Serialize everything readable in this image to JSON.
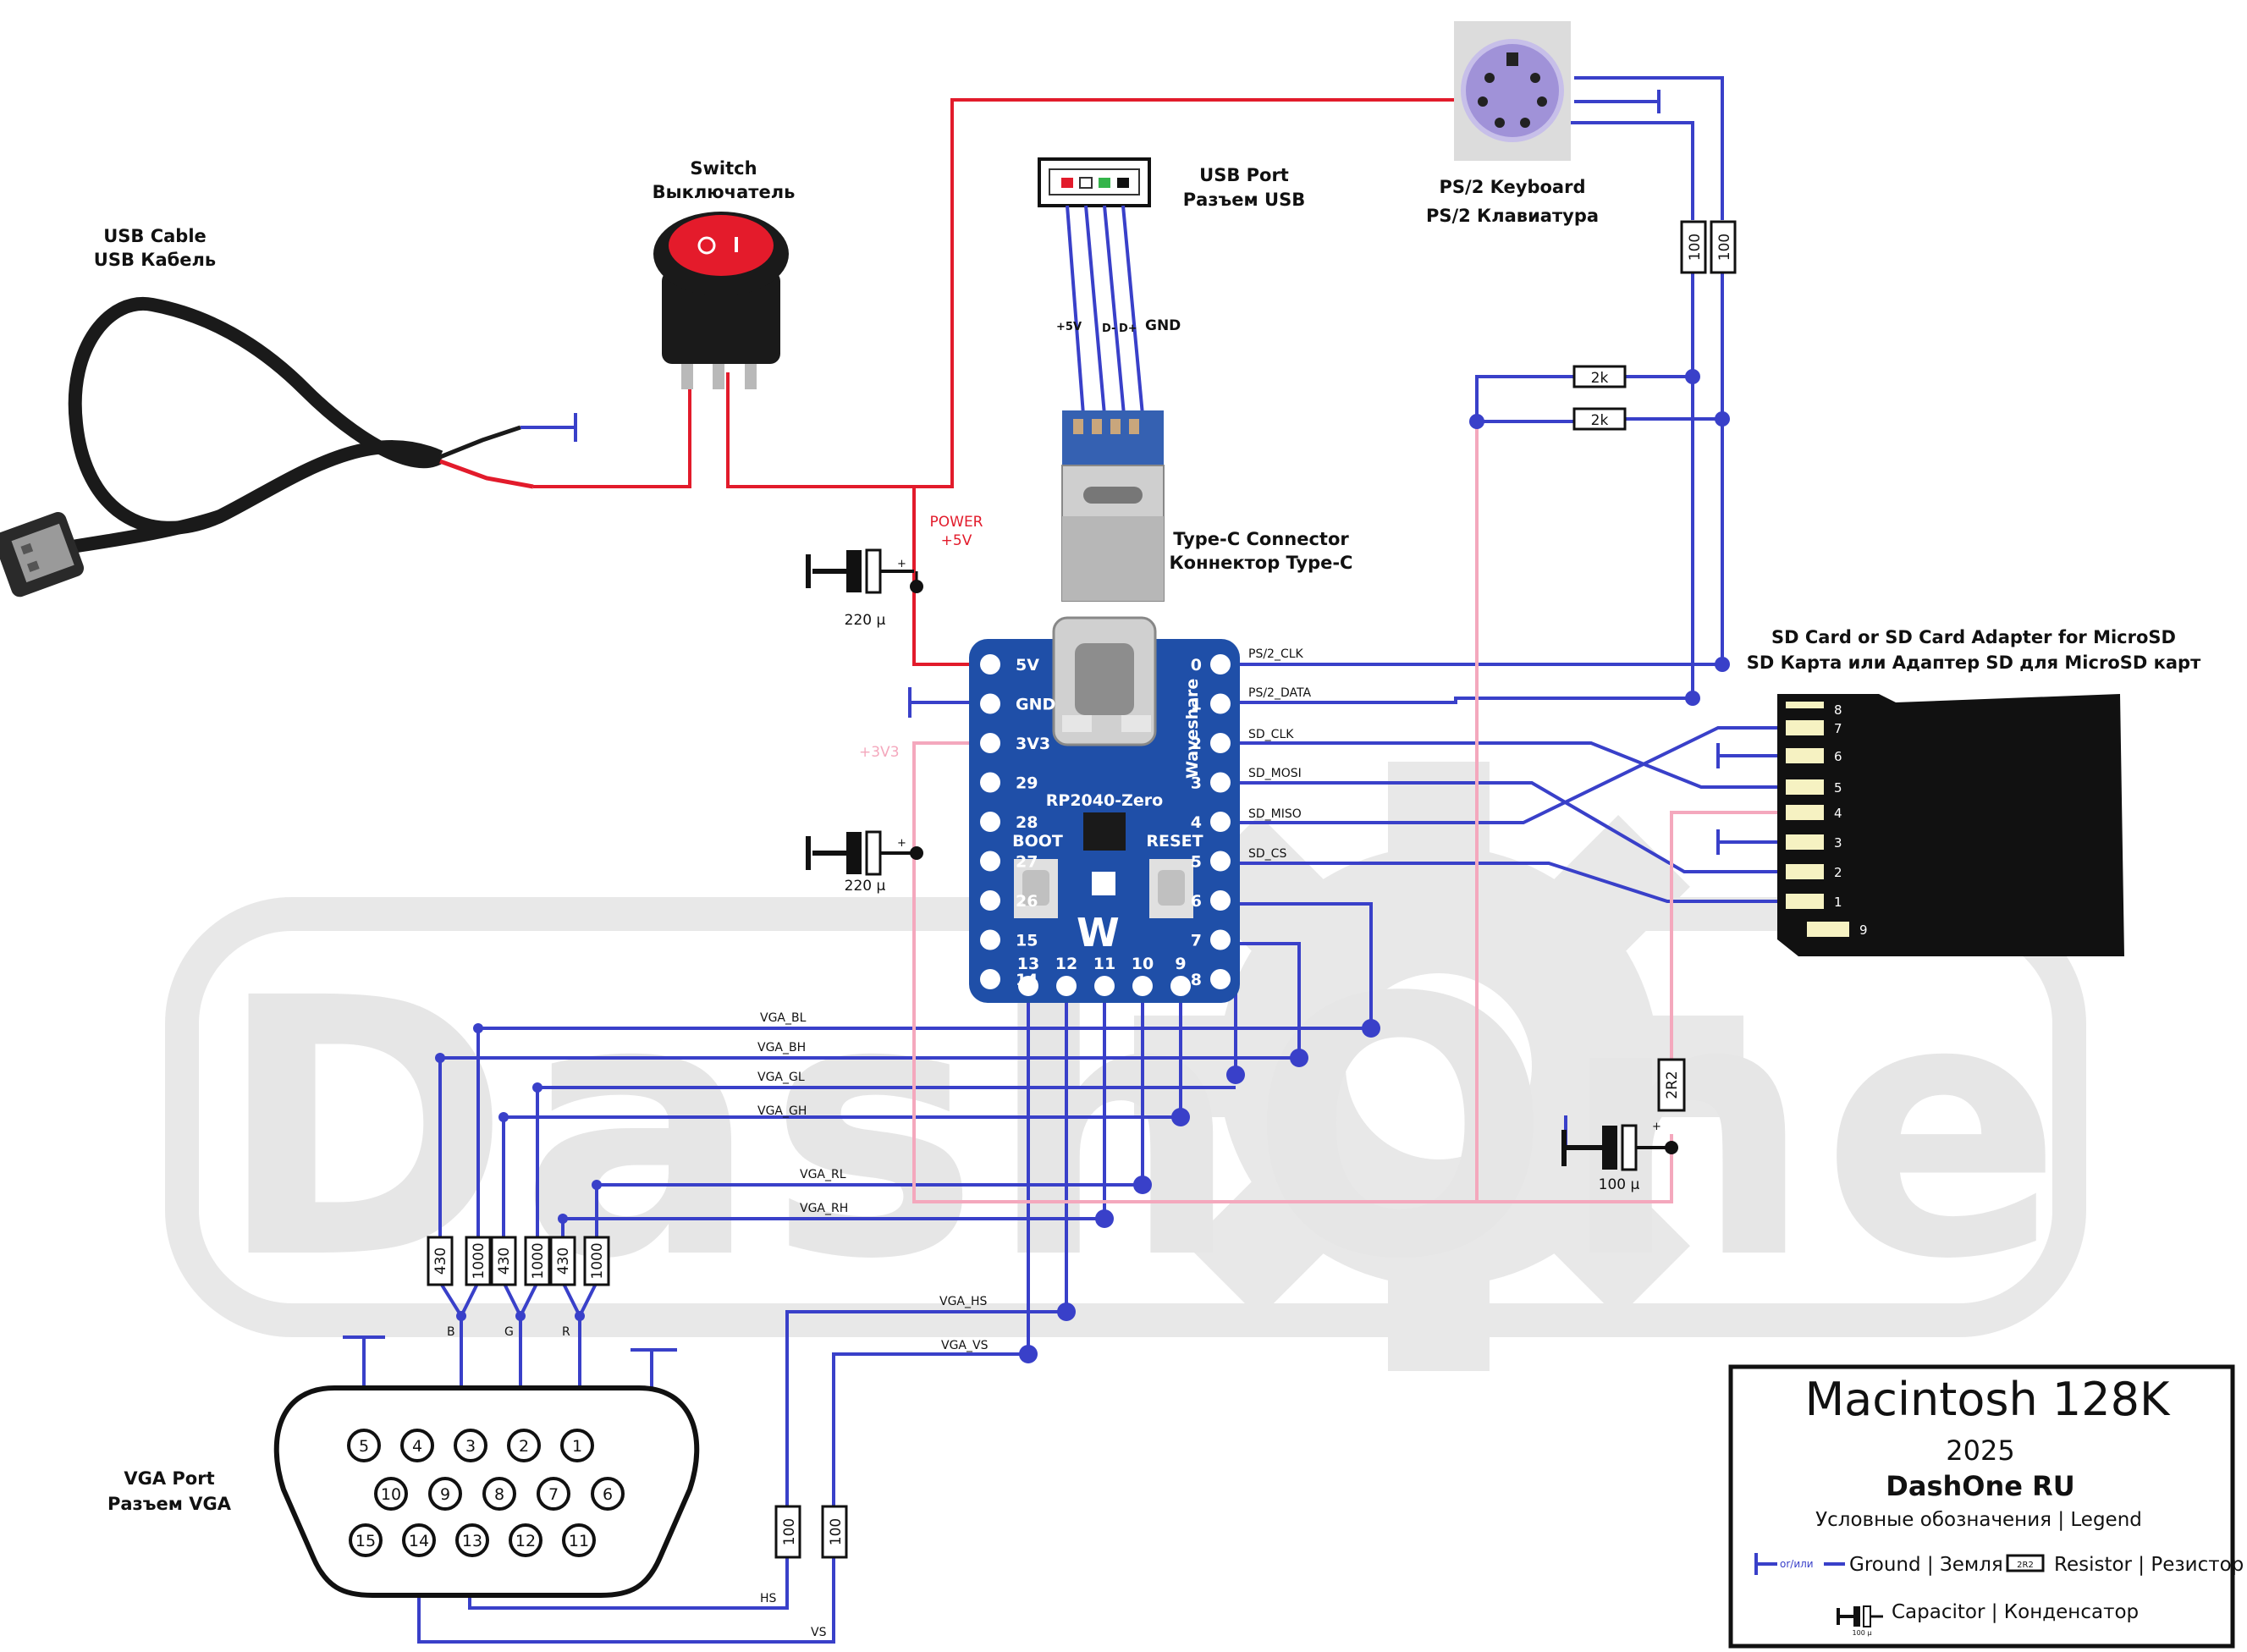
{
  "watermark": {
    "text": "DashOne"
  },
  "labels": {
    "usb_cable": [
      "USB Cable",
      "USB Кабель"
    ],
    "switch": [
      "Switch",
      "Выключатель"
    ],
    "usb_port": [
      "USB Port",
      "Разъем USB"
    ],
    "ps2": [
      "PS/2 Keyboard",
      "PS/2 Клавиатура"
    ],
    "typec": [
      "Type-C Connector",
      "Коннектор Type-C"
    ],
    "sd": [
      "SD Card or SD Card Adapter for MicroSD",
      "SD Карта или Адаптер SD для MicroSD карт"
    ],
    "vga": [
      "VGA Port",
      "Разъем VGA"
    ],
    "power": [
      "POWER",
      "+5V"
    ],
    "v33": "+3V3",
    "usb_pins": [
      "+5V",
      "D-",
      "D+",
      "GND"
    ]
  },
  "board": {
    "brand": "Waveshare",
    "name": "RP2040-Zero",
    "boot": "BOOT",
    "reset": "RESET",
    "left_pins": [
      "5V",
      "GND",
      "3V3",
      "29",
      "28",
      "27",
      "26",
      "15",
      "14"
    ],
    "right_pins": [
      "0",
      "1",
      "2",
      "3",
      "4",
      "5",
      "6",
      "7",
      "8"
    ],
    "bottom_pins": [
      "13",
      "12",
      "11",
      "10",
      "9"
    ]
  },
  "nets": {
    "ps2_clk": "PS/2_CLK",
    "ps2_data": "PS/2_DATA",
    "sd_clk": "SD_CLK",
    "sd_mosi": "SD_MOSI",
    "sd_miso": "SD_MISO",
    "sd_cs": "SD_CS",
    "vga_bl": "VGA_BL",
    "vga_bh": "VGA_BH",
    "vga_gl": "VGA_GL",
    "vga_gh": "VGA_GH",
    "vga_rl": "VGA_RL",
    "vga_rh": "VGA_RH",
    "vga_hs": "VGA_HS",
    "vga_vs": "VGA_VS",
    "hs": "HS",
    "vs": "VS",
    "b": "B",
    "g": "G",
    "r": "R"
  },
  "components": {
    "cap1": "220 µ",
    "cap2": "220 µ",
    "cap3": "100 µ",
    "r_ps2": [
      "100",
      "100"
    ],
    "r_2k": [
      "2k",
      "2k"
    ],
    "r_vga": [
      "430",
      "1000",
      "430",
      "1000",
      "430",
      "1000"
    ],
    "r_sync": [
      "100",
      "100"
    ],
    "r_2r2": "2R2"
  },
  "sd_pins": [
    "8",
    "7",
    "6",
    "5",
    "4",
    "3",
    "2",
    "1",
    "9"
  ],
  "vga_pins": {
    "row1": [
      "5",
      "4",
      "3",
      "2",
      "1"
    ],
    "row2": [
      "10",
      "9",
      "8",
      "7",
      "6"
    ],
    "row3": [
      "15",
      "14",
      "13",
      "12",
      "11"
    ]
  },
  "legend": {
    "title": "Macintosh 128K",
    "year": "2025",
    "author": "DashOne RU",
    "subtitle": "Условные обозначения | Legend",
    "or": "or/или",
    "ground": "Ground | Земля",
    "resistor_sym": "2R2",
    "resistor": "Resistor | Резистор",
    "cap_sym": "100 µ",
    "capacitor": "Capacitor | Конденсатор"
  },
  "colors": {
    "wire": "#3940c9",
    "power": "#e21b2b",
    "v33": "#f4a8bd",
    "board": "#1f4fa8",
    "watermark": "#e8e8e8"
  }
}
